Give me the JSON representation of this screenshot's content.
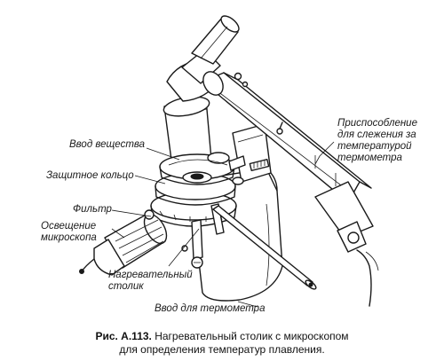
{
  "labels": {
    "tracker": [
      "Приспособление",
      "для слежения за",
      "температурой",
      "термометра"
    ],
    "sample_input": "Ввод вещества",
    "protective_ring": "Защитное кольцо",
    "filter": "Фильтр",
    "illumination": [
      "Освещение",
      "микроскопа"
    ],
    "heating_stage": [
      "Нагревательный",
      "столик"
    ],
    "thermometer_input": "Ввод для термометра"
  },
  "caption": {
    "figure_number": "Рис. А.113.",
    "line1": "Нагревательный столик с микроскопом",
    "line2": "для определения температур плавления."
  }
}
